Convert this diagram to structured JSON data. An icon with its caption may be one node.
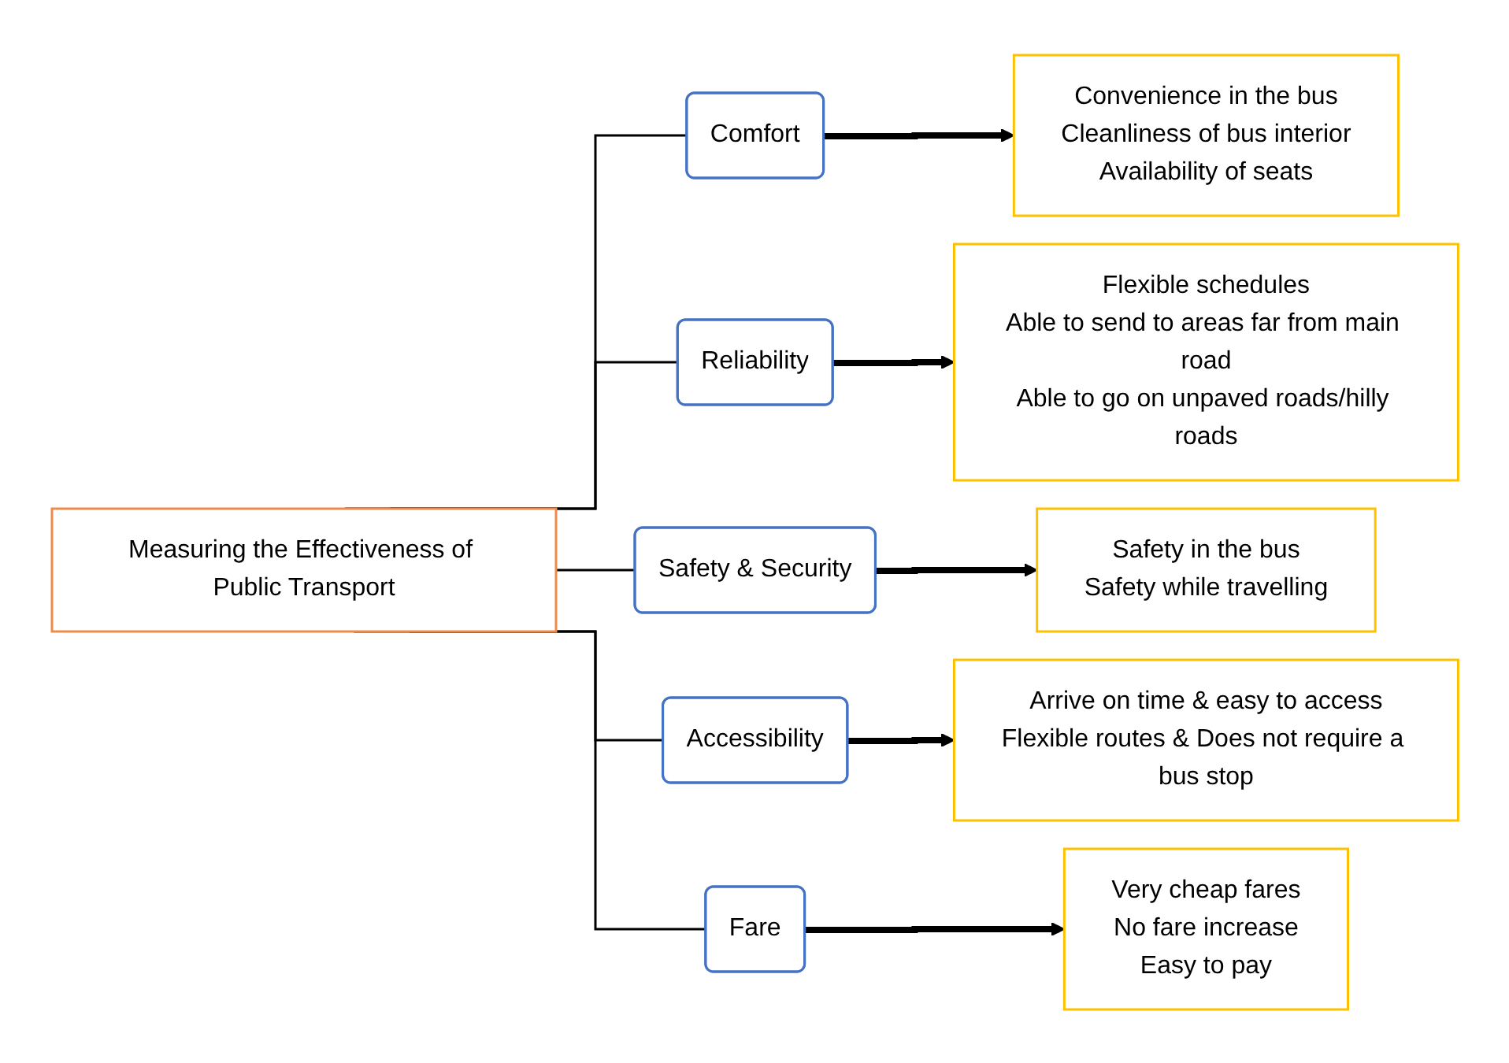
{
  "diagram": {
    "nodes": [
      {
        "text": [
          "Measuring the Effectiveness of Public Transport"
        ]
      },
      {
        "text": [
          "Comfort"
        ]
      },
      {
        "text": [
          "Convenience in the bus",
          "Cleanliness of bus interior",
          "Availability of seats"
        ]
      },
      {
        "text": [
          "Reliability"
        ]
      },
      {
        "text": [
          "Flexible schedules",
          "Able to send to areas far from main road",
          "Able to go on unpaved roads/hilly roads"
        ]
      },
      {
        "text": [
          "Safety & Security"
        ]
      },
      {
        "text": [
          "Safety in the bus",
          "Safety while travelling"
        ]
      },
      {
        "text": [
          "Accessibility"
        ]
      },
      {
        "text": [
          "Arrive on time & easy to access",
          "Flexible routes & Does not require a bus stop"
        ]
      },
      {
        "text": [
          "Fare"
        ]
      },
      {
        "text": [
          "Very cheap fares",
          "No fare increase",
          "Easy to pay"
        ]
      }
    ],
    "edges": [
      {
        "from": 0,
        "to": 1,
        "arrow": "none"
      },
      {
        "from": 0,
        "to": 3,
        "arrow": "none"
      },
      {
        "from": 0,
        "to": 5,
        "arrow": "none"
      },
      {
        "from": 0,
        "to": 7,
        "arrow": "none"
      },
      {
        "from": 0,
        "to": 9,
        "arrow": "none"
      },
      {
        "from": 1,
        "to": 2,
        "arrow": "to",
        "style": "thick"
      },
      {
        "from": 3,
        "to": 4,
        "arrow": "to",
        "style": "thick"
      },
      {
        "from": 5,
        "to": 6,
        "arrow": "to",
        "style": "thick"
      },
      {
        "from": 7,
        "to": 8,
        "arrow": "to",
        "style": "thick"
      },
      {
        "from": 9,
        "to": 10,
        "arrow": "to",
        "style": "thick"
      }
    ]
  }
}
